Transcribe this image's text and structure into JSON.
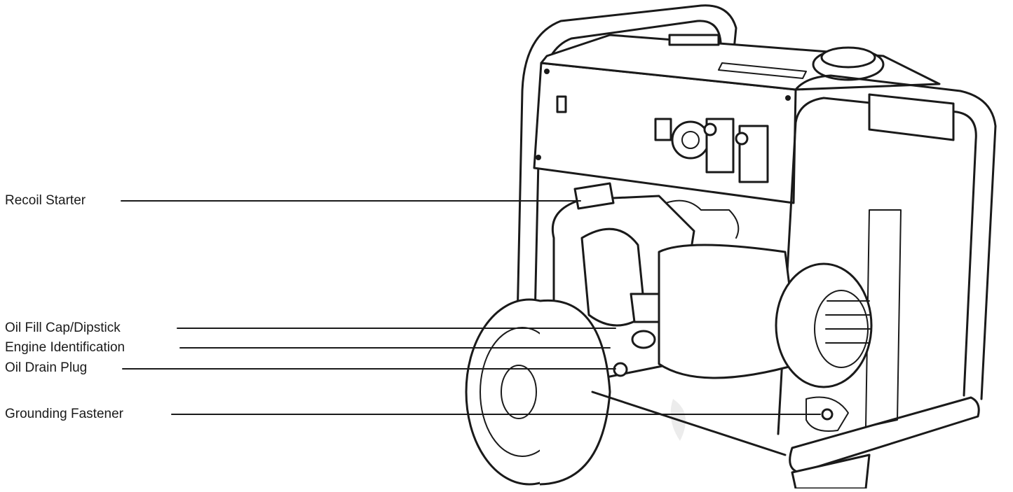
{
  "labels": [
    "Recoil Starter",
    "Oil Fill Cap/Dipstick",
    "Engine Identification",
    "Oil Drain Plug",
    "Grounding Fastener"
  ],
  "colors": {
    "line": "#1a1a1a",
    "background": "#ffffff"
  }
}
